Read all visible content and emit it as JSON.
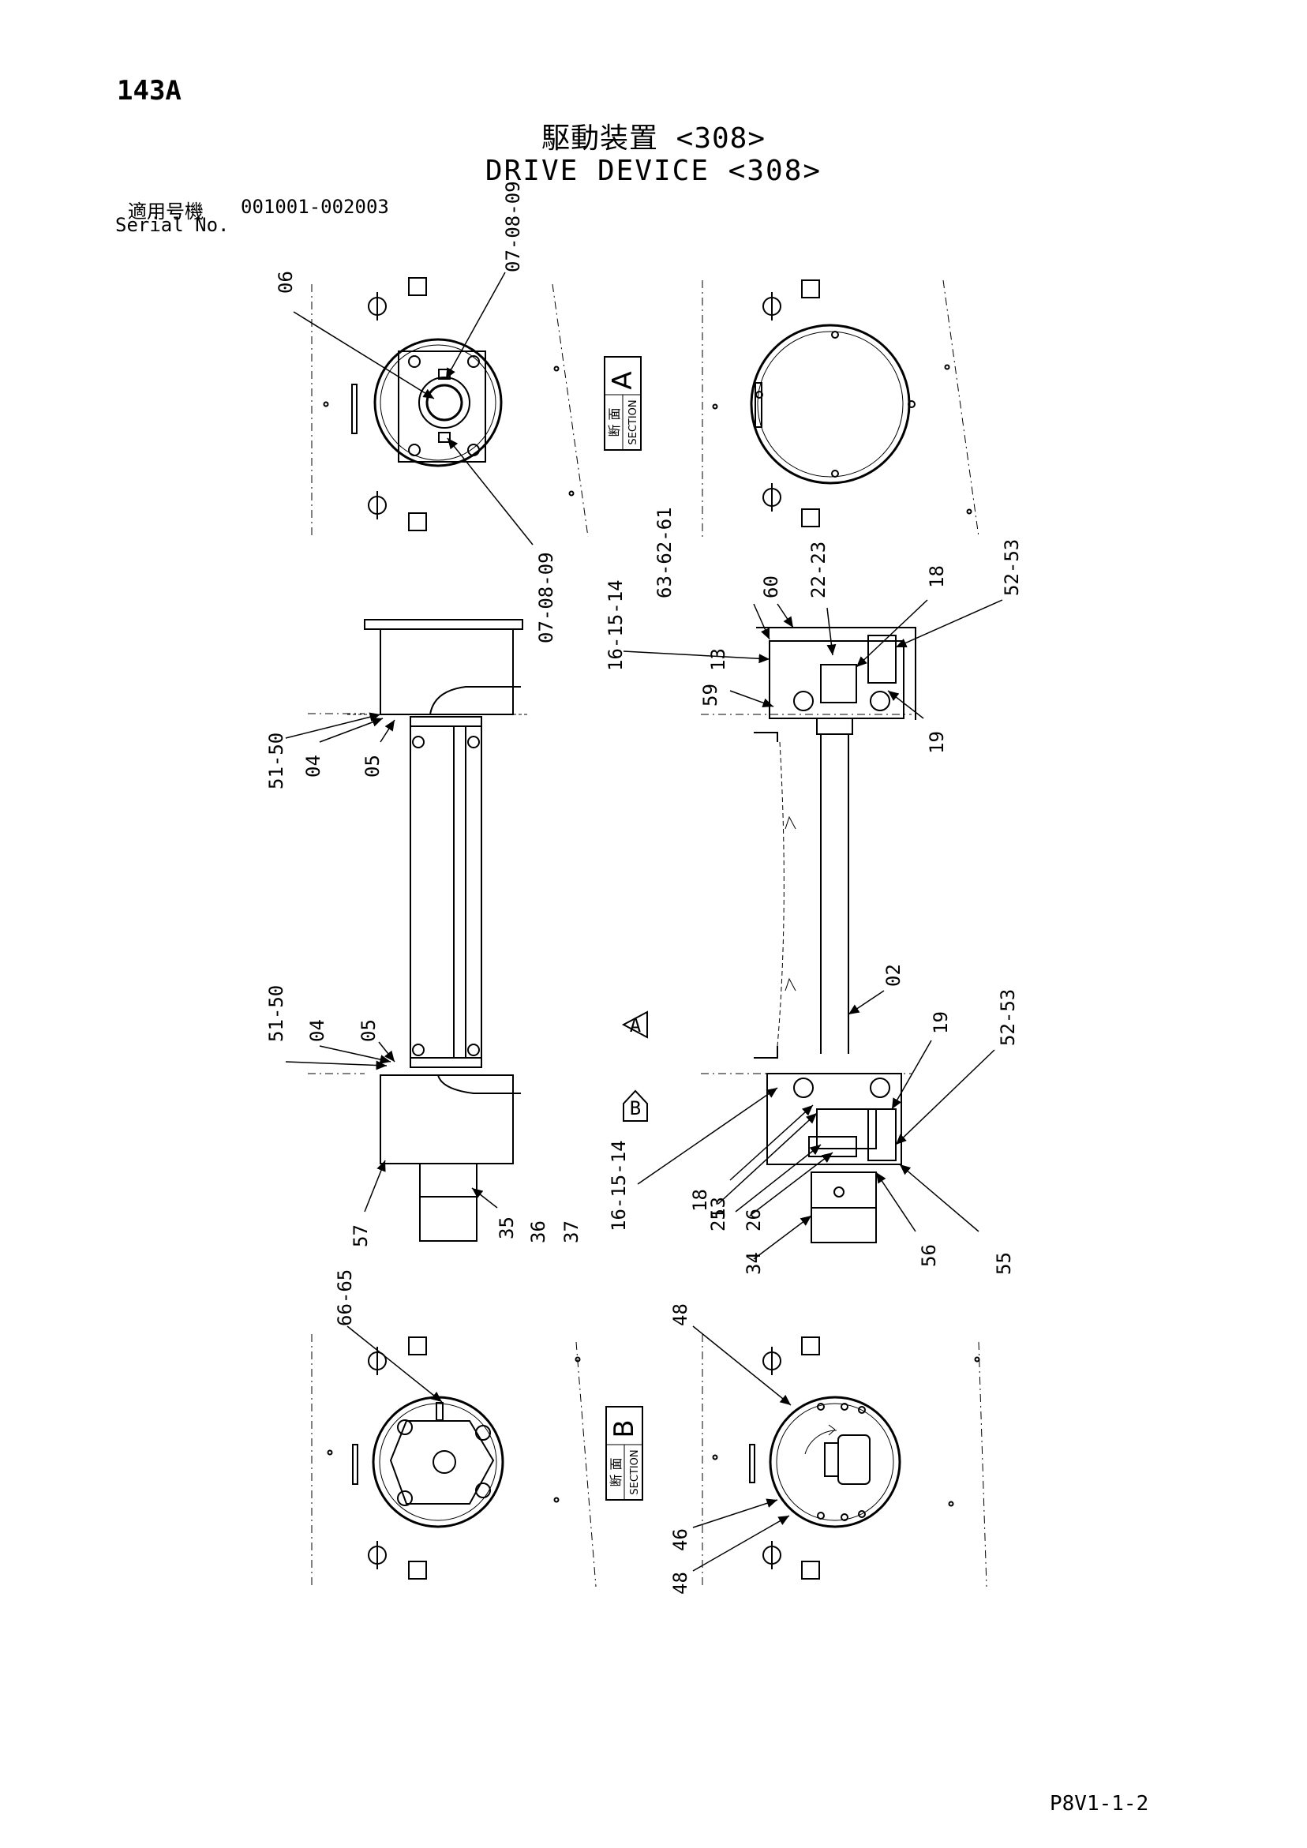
{
  "page_code": "143A",
  "title_ja": "駆動装置 <308>",
  "title_en": "DRIVE DEVICE <308>",
  "serial": {
    "label_ja": "適用号機",
    "label_en": "Serial No.",
    "range": "001001-002003"
  },
  "footer_code": "P8V1-1-2",
  "section_a": {
    "ja": "断 面",
    "en": "SECTION",
    "letter": "A"
  },
  "section_b": {
    "ja": "断 面",
    "en": "SECTION",
    "letter": "B"
  },
  "arrow_a": "A",
  "arrow_b": "B",
  "callouts": {
    "c06": "06",
    "c07_top": "07-08-09",
    "c07_bot": "07-08-09",
    "c51_top": "51-50",
    "c04_top": "04",
    "c05_top": "05",
    "c51_bot": "51-50",
    "c04_bot": "04",
    "c05_bot": "05",
    "c57": "57",
    "c35": "35",
    "c36": "36",
    "c37": "37",
    "c16_top": "16-15-14",
    "c13_top": "13",
    "c59": "59",
    "c63": "63-62-61",
    "c60": "60",
    "c22": "22-23",
    "c18_top": "18",
    "c52_top": "52-53",
    "c19_top": "19",
    "c02": "02",
    "c19_bot": "19",
    "c52_bot": "52-53",
    "c16_bot": "16-15-14",
    "c13_bot": "13",
    "c18_bot": "18",
    "c25": "25",
    "c26": "26",
    "c34": "34",
    "c56": "56",
    "c55": "55",
    "c66": "66-65",
    "c48_top": "48",
    "c46": "46",
    "c48_bot": "48"
  }
}
